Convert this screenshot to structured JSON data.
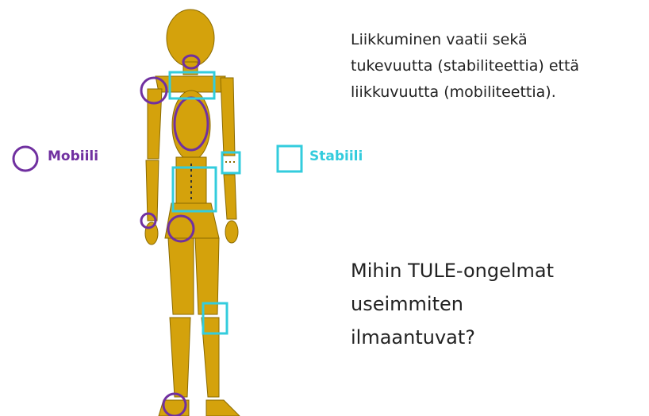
{
  "legend": {
    "mobile_label": "Mobiili",
    "stable_label": "Stabiili"
  },
  "intro": {
    "lines": [
      "Liikkuminen vaatii sekä",
      "tukevuutta (stabiliteettia) että",
      "liikkuvuutta (mobiliteettia)."
    ]
  },
  "question": {
    "lines": [
      "Mihin TULE-ongelmat",
      "useimmiten",
      "ilmaantuvat?"
    ]
  },
  "colors": {
    "mobile": "#7030a0",
    "stable": "#33ccdd",
    "body": "#d4a20c",
    "body_outline": "#8a6a00"
  },
  "icons": {
    "mobile_marker": "purple-circle-icon",
    "stable_marker": "cyan-square-icon"
  }
}
